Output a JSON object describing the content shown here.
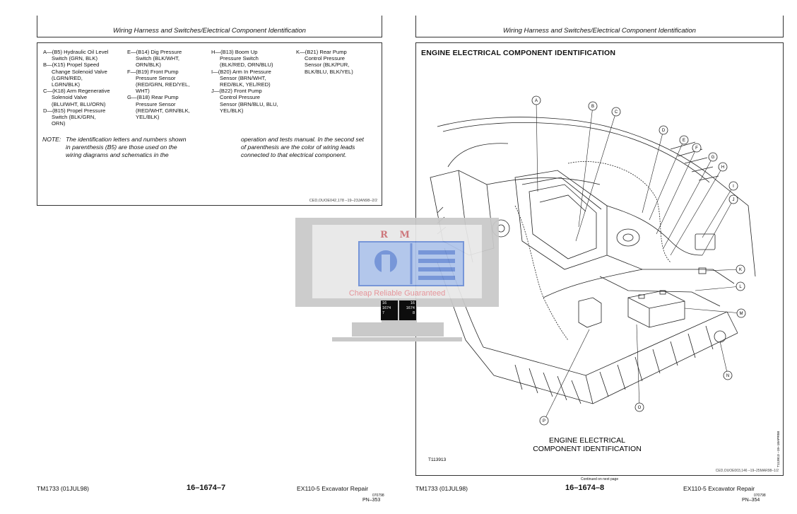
{
  "left_page": {
    "header": "Wiring Harness and Switches/Electrical Component Identification",
    "columns": [
      [
        "A—(B5) Hydraulic Oil Level",
        "Switch (GRN, BLK)",
        "B—(K15) Propel Speed",
        "Change Solenoid Valve",
        "(LGRN/RED,",
        "LGRN/BLK)",
        "C—(K18) Arm Regenerative",
        "Solenoid Valve",
        "(BLU/WHT, BLU/ORN)",
        "D—(B15) Propel Pressure",
        "Switch (BLK/GRN,",
        "ORN)"
      ],
      [
        "E—(B14) Dig Pressure",
        "Switch (BLK/WHT,",
        "ORN/BLK)",
        "F—(B19) Front Pump",
        "Pressure Sensor",
        "(RED/GRN, RED/YEL,",
        "WHT)",
        "G—(B18) Rear Pump",
        "Pressure Sensor",
        "(RED/WHT, GRN/BLK,",
        "YEL/BLK)"
      ],
      [
        "H—(B13) Boom Up",
        "Pressure Switch",
        "(BLK/RED, ORN/BLU)",
        "I—(B20) Arm In Pressure",
        "Sensor (BRN/WHT,",
        "RED/BLK, YEL/RED)",
        "J—(B22) Front Pump",
        "Control Pressure",
        "Sensor (BRN/BLU, BLU,",
        "YEL/BLK)"
      ],
      [
        "K—(B21) Rear Pump",
        "Control Pressure",
        "Sensor (BLK/PUR,",
        "BLK/BLU, BLK/YEL)"
      ]
    ],
    "note_label": "NOTE:",
    "note_left": [
      "The identification letters and numbers shown",
      "in parenthesis (B5) are those used on the",
      "wiring diagrams and schematics in the"
    ],
    "note_right": [
      "operation and tests manual. In the second set",
      "of parenthesis are the color of wiring leads",
      "connected to that electrical component."
    ],
    "ref_id": "CED,OUOE042,178 –19–23JAN98–2/2",
    "footer_left": "TM1733 (01JUL98)",
    "footer_center": "16–1674–7",
    "footer_right": "EX110-5 Excavator Repair",
    "footer_date": "070798",
    "footer_pn": "PN–353"
  },
  "right_page": {
    "header": "Wiring Harness and Switches/Electrical Component Identification",
    "title": "ENGINE ELECTRICAL COMPONENT IDENTIFICATION",
    "callouts": [
      "A",
      "B",
      "C",
      "D",
      "E",
      "F",
      "G",
      "H",
      "I",
      "J",
      "K",
      "L",
      "M",
      "N",
      "O",
      "P"
    ],
    "caption_line1": "ENGINE ELECTRICAL",
    "caption_line2": "COMPONENT IDENTIFICATION",
    "figure_id": "T113913",
    "side_ref": "T113913 –19–18APR98",
    "continued": "Continued on next page",
    "ref_id": "CED,OUOE003,146 –19–25MAR98–1/2",
    "footer_left": "TM1733 (01JUL98)",
    "footer_center": "16–1674–8",
    "footer_right": "EX110-5 Excavator Repair",
    "footer_date": "070798",
    "footer_pn": "PN–354"
  },
  "watermark": {
    "letters": "R M",
    "slogan": "Cheap Reliable Guaranteed",
    "thumb_left": [
      "16",
      "1674",
      "7"
    ],
    "thumb_right": [
      "16",
      "1674",
      "8"
    ],
    "colors": {
      "letters": "#ca6d72",
      "icon": "#6d8fd6",
      "slogan": "#e48d93"
    }
  }
}
